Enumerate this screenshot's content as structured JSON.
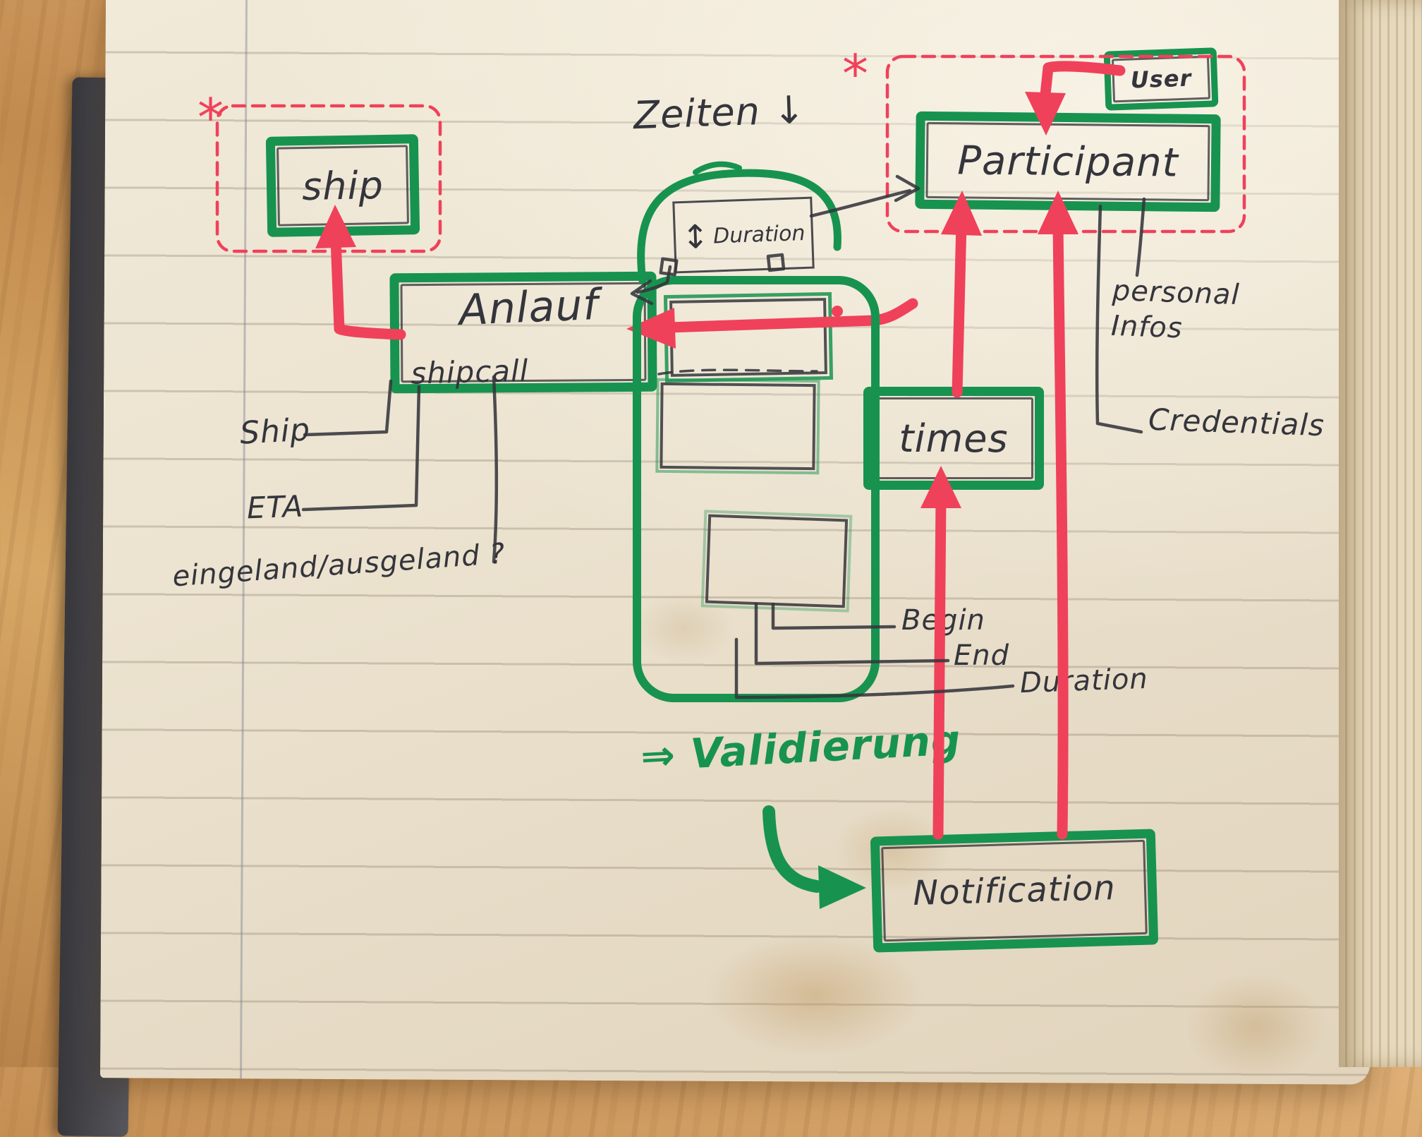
{
  "palette": {
    "green": "#17934f",
    "red": "#f0415a",
    "ink": "#34353c",
    "page": "#ece3d1"
  },
  "diagram": {
    "boxes": {
      "ship": {
        "label": "ship"
      },
      "participant": {
        "label": "Participant"
      },
      "user": {
        "label": "User"
      },
      "anlauf": {
        "label": "Anlauf",
        "sublabel": "shipcall"
      },
      "times": {
        "label": "times"
      },
      "notification": {
        "label": "Notification"
      },
      "duration": {
        "label": "Duration",
        "arrow_icon": "↕"
      }
    },
    "annotations": {
      "zeiten": "Zeiten ↓",
      "validierung": "⇒ Validierung",
      "asterisk": "*",
      "ship_attr": "Ship",
      "eta_attr": "ETA",
      "ein_aus_attr": "eingeland/ausgeland ?",
      "personal_infos": "personal\nInfos",
      "credentials": "Credentials",
      "begin_attr": "Begin",
      "end_attr": "End",
      "duration_attr": "Duration"
    }
  }
}
